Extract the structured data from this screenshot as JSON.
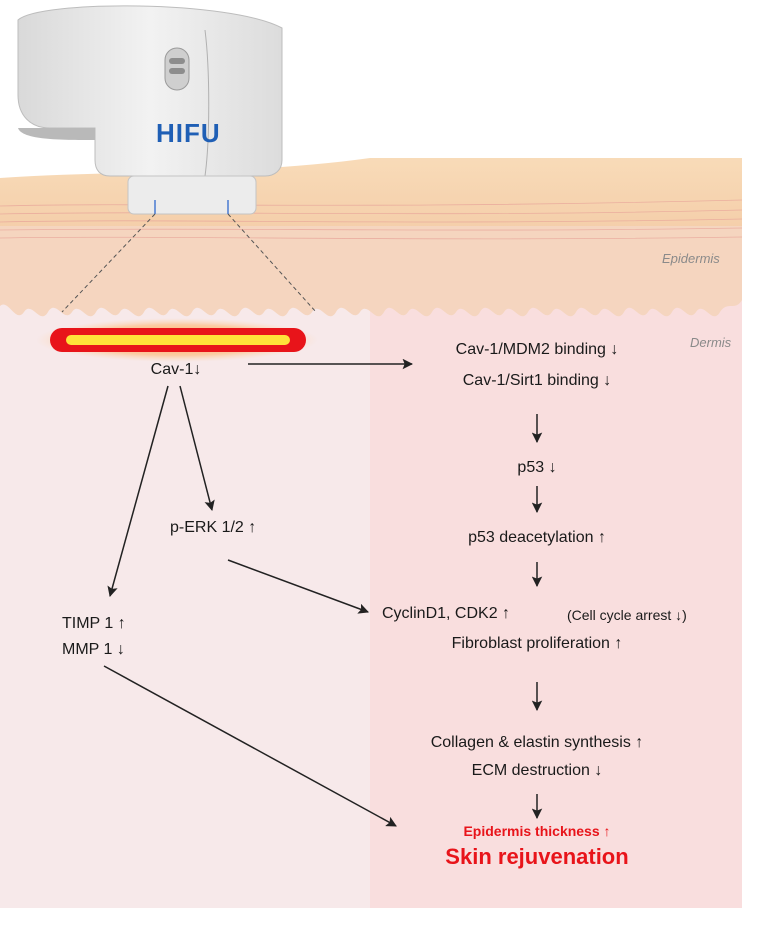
{
  "device": {
    "label": "HIFU"
  },
  "layers": {
    "epidermis": "Epidermis",
    "dermis": "Dermis"
  },
  "nodes": {
    "cav1": "Cav-1↓",
    "mdm2": "Cav-1/MDM2 binding ↓",
    "sirt1": "Cav-1/Sirt1 binding ↓",
    "p53": "p53 ↓",
    "p53deac": "p53 deacetylation  ↑",
    "perk": "p-ERK 1/2 ↑",
    "timp": "TIMP 1 ↑",
    "mmp": "MMP 1 ↓",
    "cyclin": "CyclinD1, CDK2  ↑",
    "arrest": "(Cell cycle arrest ↓)",
    "fibro": "Fibroblast proliferation  ↑",
    "collagen": "Collagen & elastin synthesis ↑",
    "ecm": "ECM destruction ↓",
    "thickness": "Epidermis thickness ↑",
    "rejuvenation": "Skin rejuvenation"
  },
  "colors": {
    "device_label": "#1f5fb5",
    "highlight_red": "#e8141a",
    "dermis_left": "#f7e9ea",
    "dermis_right": "#f9dede",
    "skin_band": "#f6d1b1"
  }
}
